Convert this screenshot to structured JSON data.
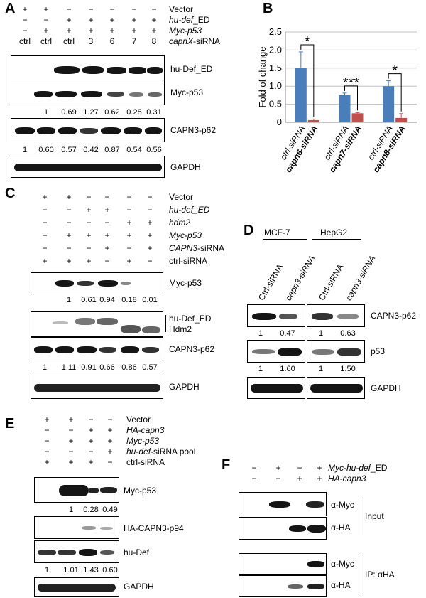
{
  "panels": {
    "A": {
      "label": "A",
      "rows": [
        {
          "signs": [
            "+",
            "+",
            "−",
            "−",
            "−",
            "−",
            "−"
          ],
          "text": "Vector",
          "italic_part": "",
          "suffix": ""
        },
        {
          "signs": [
            "−",
            "−",
            "+",
            "+",
            "+",
            "+",
            "+"
          ],
          "text": "",
          "italic_part": "hu-def",
          "suffix": "_ED"
        },
        {
          "signs": [
            "−",
            "+",
            "+",
            "+",
            "+",
            "+",
            "+"
          ],
          "text": "",
          "italic_part": "Myc-p53",
          "suffix": ""
        },
        {
          "signs": [
            "ctrl",
            "ctrl",
            "ctrl",
            "3",
            "6",
            "7",
            "8"
          ],
          "text": "",
          "italic_part": "capnX",
          "suffix": "-siRNA"
        }
      ],
      "blots": [
        "hu-Def_ED",
        "Myc-p53",
        "CAPN3-p62",
        "GAPDH"
      ],
      "myc_values": [
        "1",
        "0.69",
        "1.27",
        "0.62",
        "0.28",
        "0.31"
      ],
      "capn3_values": [
        "1",
        "0.60",
        "0.57",
        "0.42",
        "0.87",
        "0.54",
        "0.56"
      ]
    },
    "B": {
      "label": "B"
    },
    "C": {
      "label": "C",
      "rows": [
        {
          "signs": [
            "+",
            "+",
            "−",
            "−",
            "−",
            "−"
          ],
          "label": "Vector",
          "italic": false
        },
        {
          "signs": [
            "−",
            "−",
            "+",
            "+",
            "−",
            "−"
          ],
          "label": "hu-def_ED",
          "italic": true
        },
        {
          "signs": [
            "−",
            "−",
            "−",
            "−",
            "+",
            "+"
          ],
          "label": "hdm2",
          "italic": true
        },
        {
          "signs": [
            "−",
            "+",
            "+",
            "+",
            "+",
            "+"
          ],
          "label": "Myc-p53",
          "italic": true
        },
        {
          "signs": [
            "−",
            "−",
            "−",
            "+",
            "−",
            "+"
          ],
          "label_italic": "CAPN3",
          "label_suffix": "-siRNA"
        },
        {
          "signs": [
            "+",
            "+",
            "+",
            "−",
            "+",
            "−"
          ],
          "label": "ctrl-siRNA",
          "italic": false
        }
      ],
      "blots": [
        "Myc-p53",
        "hu-Def_ED",
        "Hdm2",
        "CAPN3-p62",
        "GAPDH"
      ],
      "myc_values": [
        "1",
        "0.61",
        "0.94",
        "0.18",
        "0.01"
      ],
      "capn3_values": [
        "1",
        "1.11",
        "0.91",
        "0.66",
        "0.86",
        "0.57"
      ]
    },
    "D": {
      "label": "D",
      "cell_lines": [
        "MCF-7",
        "HepG2"
      ],
      "lanes": [
        "Ctrl-siRNA",
        "capn3-siRNA",
        "Ctrl-siRNA",
        "capn3-siRNA"
      ],
      "blots": [
        "CAPN3-p62",
        "p53",
        "GAPDH"
      ],
      "capn3_values": [
        "1",
        "0.47",
        "1",
        "0.63"
      ],
      "p53_values": [
        "1",
        "1.60",
        "1",
        "1.50"
      ]
    },
    "E": {
      "label": "E",
      "rows": [
        {
          "signs": [
            "+",
            "+",
            "−",
            "−"
          ],
          "label": "Vector"
        },
        {
          "signs": [
            "−",
            "−",
            "+",
            "+"
          ],
          "label": "HA-capn3"
        },
        {
          "signs": [
            "−",
            "+",
            "+",
            "+"
          ],
          "label": "Myc-p53"
        },
        {
          "signs": [
            "−",
            "−",
            "−",
            "+"
          ],
          "label_italic": "hu-def",
          "label_suffix": "-siRNA pool"
        },
        {
          "signs": [
            "+",
            "+",
            "+",
            "−"
          ],
          "label": "ctrl-siRNA"
        }
      ],
      "blots": [
        "Myc-p53",
        "HA-CAPN3-p94",
        "hu-Def",
        "GAPDH"
      ],
      "myc_values": [
        "1",
        "0.28",
        "0.49"
      ],
      "hudef_values": [
        "1",
        "1.01",
        "1.43",
        "0.60"
      ]
    },
    "F": {
      "label": "F",
      "rows": [
        {
          "signs": [
            "−",
            "+",
            "−",
            "+"
          ],
          "label_italic": "Myc-hu-def",
          "label_suffix": "_ED"
        },
        {
          "signs": [
            "−",
            "−",
            "+",
            "+"
          ],
          "label": "HA-capn3"
        }
      ],
      "blots": [
        "α-Myc",
        "α-HA",
        "α-Myc",
        "α-HA"
      ],
      "groups": [
        "Input",
        "IP: αHA"
      ]
    }
  },
  "chart_data": {
    "type": "bar",
    "categories": [
      "capn6",
      "capn7",
      "capn8"
    ],
    "category_tick_labels": [
      "ctrl-siRNA",
      "capn6-siRNA",
      "ctrl-siRNA",
      "capn7-siRNA",
      "ctrl-siRNA",
      "capn8-siRNA"
    ],
    "series": [
      {
        "values": [
          1.5,
          0.75,
          1.0
        ],
        "errors": [
          0.45,
          0.06,
          0.15
        ],
        "color": "#4a7ebb"
      },
      {
        "values": [
          0.06,
          0.25,
          0.12
        ],
        "errors": [
          0.03,
          0.02,
          0.12
        ],
        "color": "#c0504d"
      }
    ],
    "ylabel": "Fold of change",
    "ylim": [
      0,
      2.5
    ],
    "yticks": [
      "0",
      "0.5",
      "1.0",
      "1.5",
      "2.0",
      "2.5"
    ],
    "significance": [
      "*",
      "***",
      "*"
    ],
    "grid": true
  },
  "colors": {
    "blue": "#4a7ebb",
    "red": "#c0504d"
  }
}
